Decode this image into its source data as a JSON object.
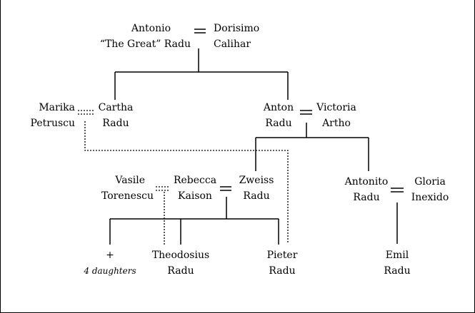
{
  "people": {
    "antonio": {
      "line1": "Antonio",
      "line2": "“The Great” Radu"
    },
    "dorisimo": {
      "line1": "Dorisimo",
      "line2": "Calihar"
    },
    "marika": {
      "line1": "Marika",
      "line2": "Petruscu"
    },
    "cartha": {
      "line1": "Cartha",
      "line2": "Radu"
    },
    "anton": {
      "line1": "Anton",
      "line2": "Radu"
    },
    "victoria": {
      "line1": "Victoria",
      "line2": "Artho"
    },
    "vasile": {
      "line1": "Vasile",
      "line2": "Torenescu"
    },
    "rebecca": {
      "line1": "Rebecca",
      "line2": "Kaison"
    },
    "zweiss": {
      "line1": "Zweiss",
      "line2": "Radu"
    },
    "antonito": {
      "line1": "Antonito",
      "line2": "Radu"
    },
    "gloria": {
      "line1": "Gloria",
      "line2": "Inexido"
    },
    "daughters": {
      "line1": "+",
      "line2": "4 daughters"
    },
    "theodosius": {
      "line1": "Theodosius",
      "line2": "Radu"
    },
    "pieter": {
      "line1": "Pieter",
      "line2": "Radu"
    },
    "emil": {
      "line1": "Emil",
      "line2": "Radu"
    }
  }
}
